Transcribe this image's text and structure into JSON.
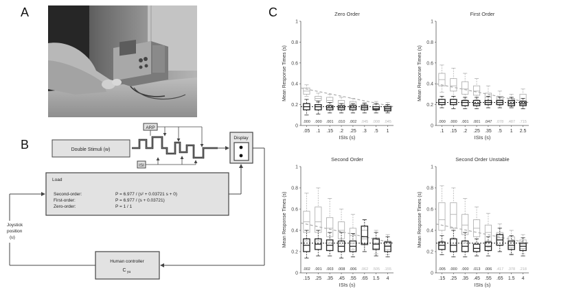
{
  "panel_labels": {
    "a": "A",
    "b": "B",
    "c": "C"
  },
  "photo": {
    "icon": "photo-person-at-oscilloscope"
  },
  "diagram": {
    "double_stimuli": "Double Stimuli  (w)",
    "arp": "ARP",
    "isi": "ISI",
    "display": "Display",
    "load_title": "Load",
    "second_order_label": "Second-order:",
    "second_order_eq": "P = 6.977 / (s² + 0.03721 s +  0)",
    "first_order_label": "First-order:",
    "first_order_eq": "P = 6.977 / (s   + 0.03721)",
    "zero_order_label": "Zero-order:",
    "zero_order_eq": "P = 1 / 1",
    "joystick_line1": "Joystick",
    "joystick_line2": "position",
    "joystick_line3": "(u)",
    "controller_line1": "Human controller",
    "controller_line2": "C",
    "controller_sub": "yu"
  },
  "chart_data": [
    {
      "type": "box",
      "title": "Zero Order",
      "xlabel": "ISIs (s)",
      "ylabel": "Mean Response Times (s)",
      "ylim": [
        0,
        1
      ],
      "yticks": [
        "0",
        "0.2",
        "0.4",
        "0.6",
        "0.8",
        "1"
      ],
      "categories": [
        ".05",
        ".1",
        ".15",
        ".2",
        ".25",
        ".3",
        ".5",
        "1"
      ],
      "pvalues": [
        ".000",
        ".000",
        ".001",
        ".010",
        ".002",
        ".045",
        ".008",
        ".045"
      ],
      "pvalue_gray": [
        false,
        false,
        false,
        false,
        false,
        true,
        true,
        true
      ],
      "reference_line": 0.18,
      "series": [
        {
          "boxes": [
            [
              0.28,
              0.3,
              0.33,
              0.36,
              0.39
            ],
            [
              0.22,
              0.24,
              0.26,
              0.28,
              0.31
            ],
            [
              0.2,
              0.22,
              0.24,
              0.27,
              0.3
            ],
            [
              0.17,
              0.19,
              0.21,
              0.24,
              0.27
            ],
            [
              0.17,
              0.19,
              0.2,
              0.23,
              0.26
            ],
            [
              0.15,
              0.17,
              0.18,
              0.2,
              0.22
            ],
            [
              0.14,
              0.16,
              0.18,
              0.2,
              0.23
            ],
            [
              0.14,
              0.15,
              0.17,
              0.19,
              0.22
            ]
          ],
          "trend": [
            0.36,
            0.18
          ]
        },
        {
          "boxes": [
            [
              0.1,
              0.15,
              0.18,
              0.21,
              0.25
            ],
            [
              0.11,
              0.15,
              0.18,
              0.2,
              0.23
            ],
            [
              0.12,
              0.15,
              0.17,
              0.19,
              0.22
            ],
            [
              0.12,
              0.15,
              0.17,
              0.19,
              0.21
            ],
            [
              0.12,
              0.15,
              0.17,
              0.19,
              0.21
            ],
            [
              0.12,
              0.15,
              0.17,
              0.19,
              0.21
            ],
            [
              0.12,
              0.15,
              0.16,
              0.18,
              0.21
            ],
            [
              0.12,
              0.14,
              0.16,
              0.18,
              0.2
            ]
          ]
        }
      ]
    },
    {
      "type": "box",
      "title": "First Order",
      "xlabel": "ISIs (s)",
      "ylabel": "Mean Response Times (s)",
      "ylim": [
        0,
        1
      ],
      "yticks": [
        "0",
        "0.2",
        "0.4",
        "0.6",
        "0.8",
        "1"
      ],
      "categories": [
        ".1",
        ".15",
        ".2",
        ".25",
        ".35",
        ".5",
        "1",
        "2.5"
      ],
      "pvalues": [
        ".000",
        ".000",
        ".001",
        ".001",
        ".047",
        ".078",
        ".487",
        ".715"
      ],
      "pvalue_gray": [
        false,
        false,
        false,
        false,
        false,
        true,
        true,
        true
      ],
      "reference_line": 0.22,
      "series": [
        {
          "boxes": [
            [
              0.32,
              0.38,
              0.44,
              0.5,
              0.58
            ],
            [
              0.28,
              0.33,
              0.38,
              0.45,
              0.55
            ],
            [
              0.25,
              0.3,
              0.35,
              0.42,
              0.5
            ],
            [
              0.25,
              0.29,
              0.33,
              0.38,
              0.45
            ],
            [
              0.2,
              0.24,
              0.27,
              0.31,
              0.38
            ],
            [
              0.19,
              0.22,
              0.25,
              0.28,
              0.33
            ],
            [
              0.18,
              0.21,
              0.23,
              0.26,
              0.3
            ],
            [
              0.16,
              0.2,
              0.24,
              0.3,
              0.35
            ]
          ],
          "trend": [
            0.4,
            0.22
          ]
        },
        {
          "boxes": [
            [
              0.17,
              0.2,
              0.22,
              0.25,
              0.28
            ],
            [
              0.16,
              0.2,
              0.22,
              0.25,
              0.28
            ],
            [
              0.16,
              0.19,
              0.22,
              0.24,
              0.27
            ],
            [
              0.16,
              0.19,
              0.21,
              0.24,
              0.27
            ],
            [
              0.17,
              0.2,
              0.22,
              0.24,
              0.28
            ],
            [
              0.17,
              0.2,
              0.22,
              0.24,
              0.27
            ],
            [
              0.17,
              0.19,
              0.21,
              0.24,
              0.27
            ],
            [
              0.16,
              0.19,
              0.21,
              0.23,
              0.26
            ]
          ]
        }
      ]
    },
    {
      "type": "box",
      "title": "Second Order",
      "xlabel": "ISIs (s)",
      "ylabel": "Mean Response Times (s)",
      "ylim": [
        0,
        1
      ],
      "yticks": [
        "0",
        "0.2",
        "0.4",
        "0.6",
        "0.8",
        "1"
      ],
      "categories": [
        ".15",
        ".25",
        ".35",
        ".45",
        ".55",
        ".65",
        "1.5",
        "4"
      ],
      "pvalues": [
        ".002",
        ".001",
        ".003",
        ".008",
        ".006",
        ".062",
        ".505",
        ".155"
      ],
      "pvalue_gray": [
        false,
        false,
        false,
        false,
        false,
        true,
        true,
        true
      ],
      "reference_line": 0.28,
      "series": [
        {
          "boxes": [
            [
              0.3,
              0.38,
              0.48,
              0.58,
              0.75
            ],
            [
              0.3,
              0.38,
              0.48,
              0.62,
              0.8
            ],
            [
              0.28,
              0.34,
              0.42,
              0.52,
              0.7
            ],
            [
              0.25,
              0.32,
              0.4,
              0.48,
              0.6
            ],
            [
              0.22,
              0.28,
              0.35,
              0.42,
              0.55
            ],
            [
              0.2,
              0.26,
              0.32,
              0.4,
              0.5
            ],
            [
              0.18,
              0.23,
              0.28,
              0.33,
              0.4
            ],
            [
              0.17,
              0.22,
              0.26,
              0.3,
              0.36
            ]
          ],
          "trend": [
            0.47,
            0.28
          ]
        },
        {
          "boxes": [
            [
              0.14,
              0.2,
              0.26,
              0.32,
              0.4
            ],
            [
              0.16,
              0.22,
              0.27,
              0.32,
              0.4
            ],
            [
              0.16,
              0.21,
              0.26,
              0.31,
              0.38
            ],
            [
              0.14,
              0.2,
              0.25,
              0.3,
              0.38
            ],
            [
              0.15,
              0.2,
              0.25,
              0.3,
              0.37
            ],
            [
              0.2,
              0.27,
              0.34,
              0.44,
              0.5
            ],
            [
              0.16,
              0.22,
              0.27,
              0.32,
              0.38
            ],
            [
              0.15,
              0.2,
              0.25,
              0.29,
              0.34
            ]
          ]
        }
      ]
    },
    {
      "type": "box",
      "title": "Second Order Unstable",
      "xlabel": "ISIs (s)",
      "ylabel": "Mean Response Times (s)",
      "ylim": [
        0,
        1
      ],
      "yticks": [
        "0",
        "0.2",
        "0.4",
        "0.6",
        "0.8",
        "1"
      ],
      "categories": [
        ".15",
        ".25",
        ".35",
        ".45",
        ".55",
        ".65",
        "1.5",
        "4"
      ],
      "pvalues": [
        ".005",
        ".000",
        ".000",
        ".013",
        ".006",
        ".417",
        ".378",
        ".218"
      ],
      "pvalue_gray": [
        false,
        false,
        false,
        false,
        false,
        true,
        true,
        true
      ],
      "reference_line": 0.28,
      "series": [
        {
          "boxes": [
            [
              0.3,
              0.4,
              0.5,
              0.66,
              0.82
            ],
            [
              0.33,
              0.42,
              0.55,
              0.66,
              0.8
            ],
            [
              0.28,
              0.36,
              0.45,
              0.55,
              0.7
            ],
            [
              0.27,
              0.34,
              0.42,
              0.5,
              0.62
            ],
            [
              0.24,
              0.3,
              0.38,
              0.45,
              0.56
            ],
            [
              0.2,
              0.26,
              0.33,
              0.38,
              0.46
            ],
            [
              0.18,
              0.24,
              0.29,
              0.34,
              0.4
            ],
            [
              0.18,
              0.23,
              0.27,
              0.31,
              0.36
            ]
          ],
          "trend": [
            0.46,
            0.28
          ]
        },
        {
          "boxes": [
            [
              0.17,
              0.22,
              0.26,
              0.29,
              0.35
            ],
            [
              0.15,
              0.2,
              0.26,
              0.32,
              0.4
            ],
            [
              0.15,
              0.2,
              0.25,
              0.3,
              0.38
            ],
            [
              0.16,
              0.2,
              0.23,
              0.27,
              0.32
            ],
            [
              0.16,
              0.21,
              0.25,
              0.29,
              0.34
            ],
            [
              0.2,
              0.26,
              0.31,
              0.36,
              0.42
            ],
            [
              0.17,
              0.22,
              0.26,
              0.3,
              0.35
            ],
            [
              0.16,
              0.21,
              0.25,
              0.28,
              0.33
            ]
          ]
        }
      ]
    }
  ]
}
